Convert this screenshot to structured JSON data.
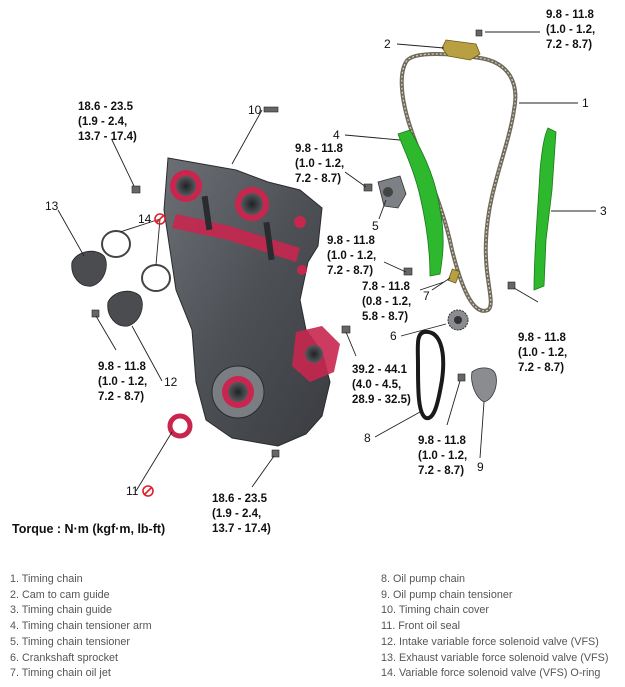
{
  "torque_specs": {
    "t_top_right": [
      "9.8 - 11.8",
      "(1.0 - 1.2,",
      "7.2 - 8.7)"
    ],
    "t_top_left": [
      "18.6 - 23.5",
      "(1.9 - 2.4,",
      "13.7 - 17.4)"
    ],
    "t_tensioner": [
      "9.8 - 11.8",
      "(1.0 - 1.2,",
      "7.2 - 8.7)"
    ],
    "t_arm_bolt": [
      "9.8 - 11.8",
      "(1.0 - 1.2,",
      "7.2 - 8.7)"
    ],
    "t_oil_jet": [
      "7.8 - 11.8",
      "(0.8 - 1.2,",
      "5.8 - 8.7)"
    ],
    "t_guide_right": [
      "9.8 - 11.8",
      "(1.0 - 1.2,",
      "7.2 - 8.7)"
    ],
    "t_vfs_left": [
      "9.8 - 11.8",
      "(1.0 - 1.2,",
      "7.2 - 8.7)"
    ],
    "t_cover_mid": [
      "39.2 - 44.1",
      "(4.0 - 4.5,",
      "28.9 - 32.5)"
    ],
    "t_pump_tensioner": [
      "9.8 - 11.8",
      "(1.0 - 1.2,",
      "7.2 - 8.7)"
    ],
    "t_bottom": [
      "18.6 - 23.5",
      "(1.9 - 2.4,",
      "13.7 - 17.4)"
    ]
  },
  "callouts": {
    "c1": "1",
    "c2": "2",
    "c3": "3",
    "c4": "4",
    "c5": "5",
    "c6": "6",
    "c7": "7",
    "c8": "8",
    "c9": "9",
    "c10": "10",
    "c11": "11",
    "c12": "12",
    "c13": "13",
    "c14": "14"
  },
  "torque_unit": "Torque : N·m (kgf·m, lb-ft)",
  "legend_left": [
    "1. Timing chain",
    "2. Cam to cam guide",
    "3. Timing chain guide",
    "4. Timing chain tensioner arm",
    "5. Timing chain tensioner",
    "6. Crankshaft sprocket",
    "7. Timing chain oil jet"
  ],
  "legend_right": [
    "8. Oil pump chain",
    "9. Oil pump chain tensioner",
    "10. Timing chain cover",
    "11. Front oil seal",
    "12. Intake variable force solenoid valve (VFS)",
    "13. Exhaust variable force solenoid valve (VFS)",
    "14. Variable force solenoid valve (VFS) O-ring"
  ],
  "colors": {
    "guide_green": "#2db82d",
    "seal_red": "#c8264f",
    "cover_gray": "#5a5d62",
    "chain": "#6f6a5c",
    "prohibit_red": "#e0202a"
  }
}
